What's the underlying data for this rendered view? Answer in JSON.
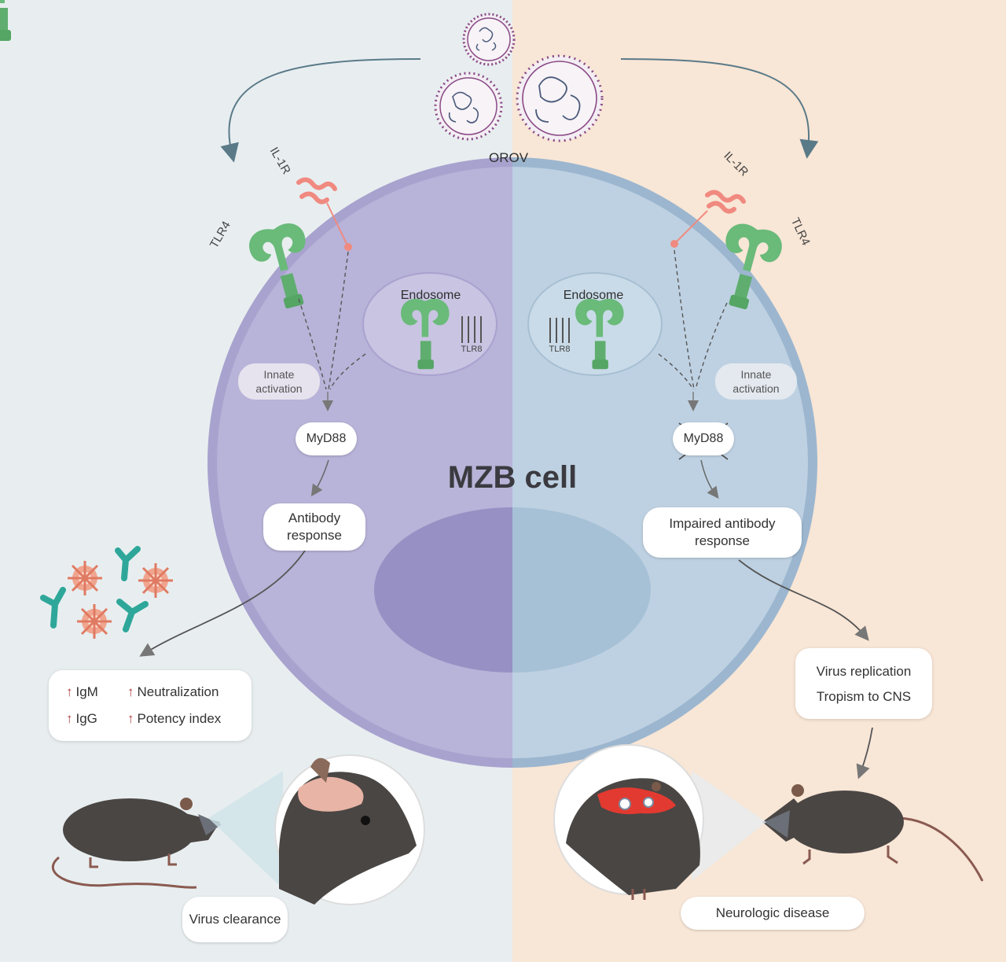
{
  "virus_label": "OROV",
  "cell_title": "MZB cell",
  "left": {
    "il1r_label": "IL-1R",
    "tlr4_label": "TLR4",
    "endosome_label": "Endosome",
    "tlr_internal_label": "TLR8",
    "adaptor_label": "Innate activation",
    "myd88_label": "MyD88",
    "response_label": "Antibody response",
    "outcomes": {
      "igm": "IgM",
      "igg": "IgG",
      "neutralization": "Neutralization",
      "potency": "Potency index"
    },
    "result_label": "Virus clearance"
  },
  "right": {
    "il1r_label": "IL-1R",
    "tlr4_label": "TLR4",
    "endosome_label": "Endosome",
    "tlr_internal_label": "TLR8",
    "adaptor_label": "Innate activation",
    "myd88_label": "MyD88",
    "response_label": "Impaired antibody response",
    "outcomes": {
      "replication": "Virus replication",
      "tropism": "Tropism to CNS"
    },
    "result_label": "Neurologic disease"
  },
  "colors": {
    "bg_left": "#e8eef0",
    "bg_right": "#f8e6d6",
    "cell_left": "#b5b0d6",
    "cell_right": "#bcd0e0",
    "receptor_green": "#6aba7a",
    "il1r_red": "#f08a80",
    "virus_purple": "#8a4a86",
    "antibody_teal": "#2ea79a",
    "mouse_dark": "#4a4644"
  }
}
